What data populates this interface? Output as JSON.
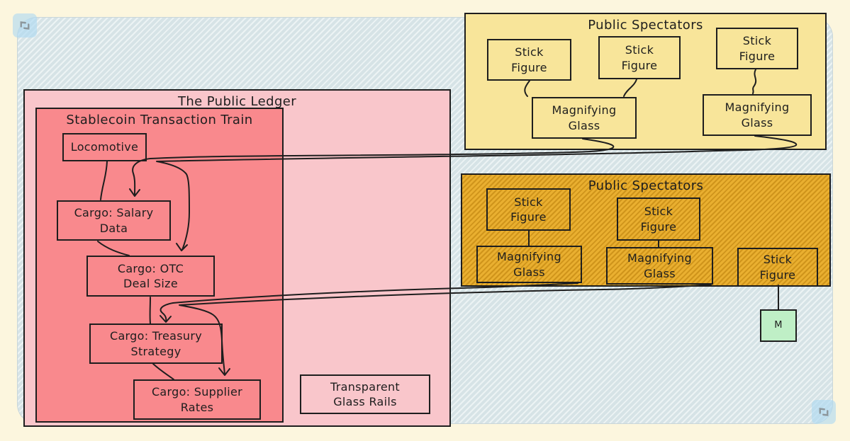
{
  "ledger": {
    "title": "The Public Ledger",
    "train": {
      "title": "Stablecoin Transaction Train",
      "cars": [
        "Locomotive",
        "Cargo: Salary Data",
        "Cargo: OTC Deal Size",
        "Cargo: Treasury Strategy",
        "Cargo: Supplier Rates"
      ]
    },
    "rails": "Transparent Glass Rails"
  },
  "spectators_top": {
    "title": "Public Spectators",
    "figures": [
      "Stick Figure",
      "Stick Figure",
      "Stick Figure"
    ],
    "glasses": [
      "Magnifying Glass",
      "Magnifying Glass"
    ]
  },
  "spectators_bottom": {
    "title": "Public Spectators",
    "figures": [
      "Stick Figure",
      "Stick Figure",
      "Stick Figure"
    ],
    "glasses": [
      "Magnifying Glass",
      "Magnifying Glass"
    ],
    "monitor": "M"
  },
  "colors": {
    "page": "#FCF6DE",
    "canvas": "#D7E3E6",
    "pink": "#F9C6CB",
    "red": "#F9898D",
    "yellow": "#F8E59A",
    "gold": "#E2A62A",
    "green": "#BFEFC6",
    "ink": "#1E1E1E"
  }
}
